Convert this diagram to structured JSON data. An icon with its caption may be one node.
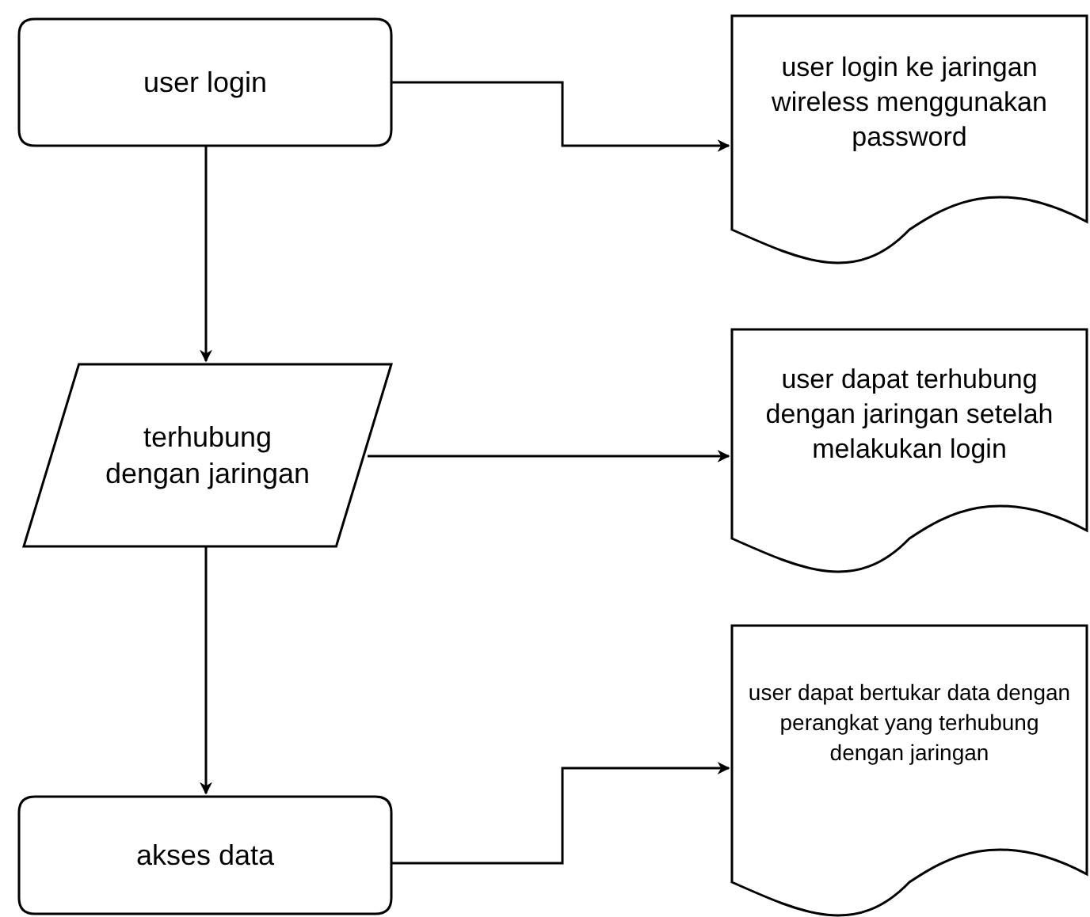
{
  "diagram": {
    "nodes": [
      {
        "text": [
          "user login"
        ]
      },
      {
        "text": [
          "terhubung dengan jaringan"
        ]
      },
      {
        "text": [
          "akses data"
        ]
      },
      {
        "text": [
          "user login ke jaringan wireless menggunakan password"
        ]
      },
      {
        "text": [
          "user dapat terhubung dengan jaringan setelah melakukan login"
        ]
      },
      {
        "text": [
          "user dapat bertukar data dengan perangkat yang terhubung dengan jaringan"
        ]
      }
    ],
    "edges": [
      {
        "from": 0,
        "to": 1,
        "arrow": "to"
      },
      {
        "from": 1,
        "to": 2,
        "arrow": "to"
      },
      {
        "from": 0,
        "to": 3,
        "arrow": "to"
      },
      {
        "from": 1,
        "to": 4,
        "arrow": "to"
      },
      {
        "from": 2,
        "to": 5,
        "arrow": "to"
      }
    ]
  }
}
